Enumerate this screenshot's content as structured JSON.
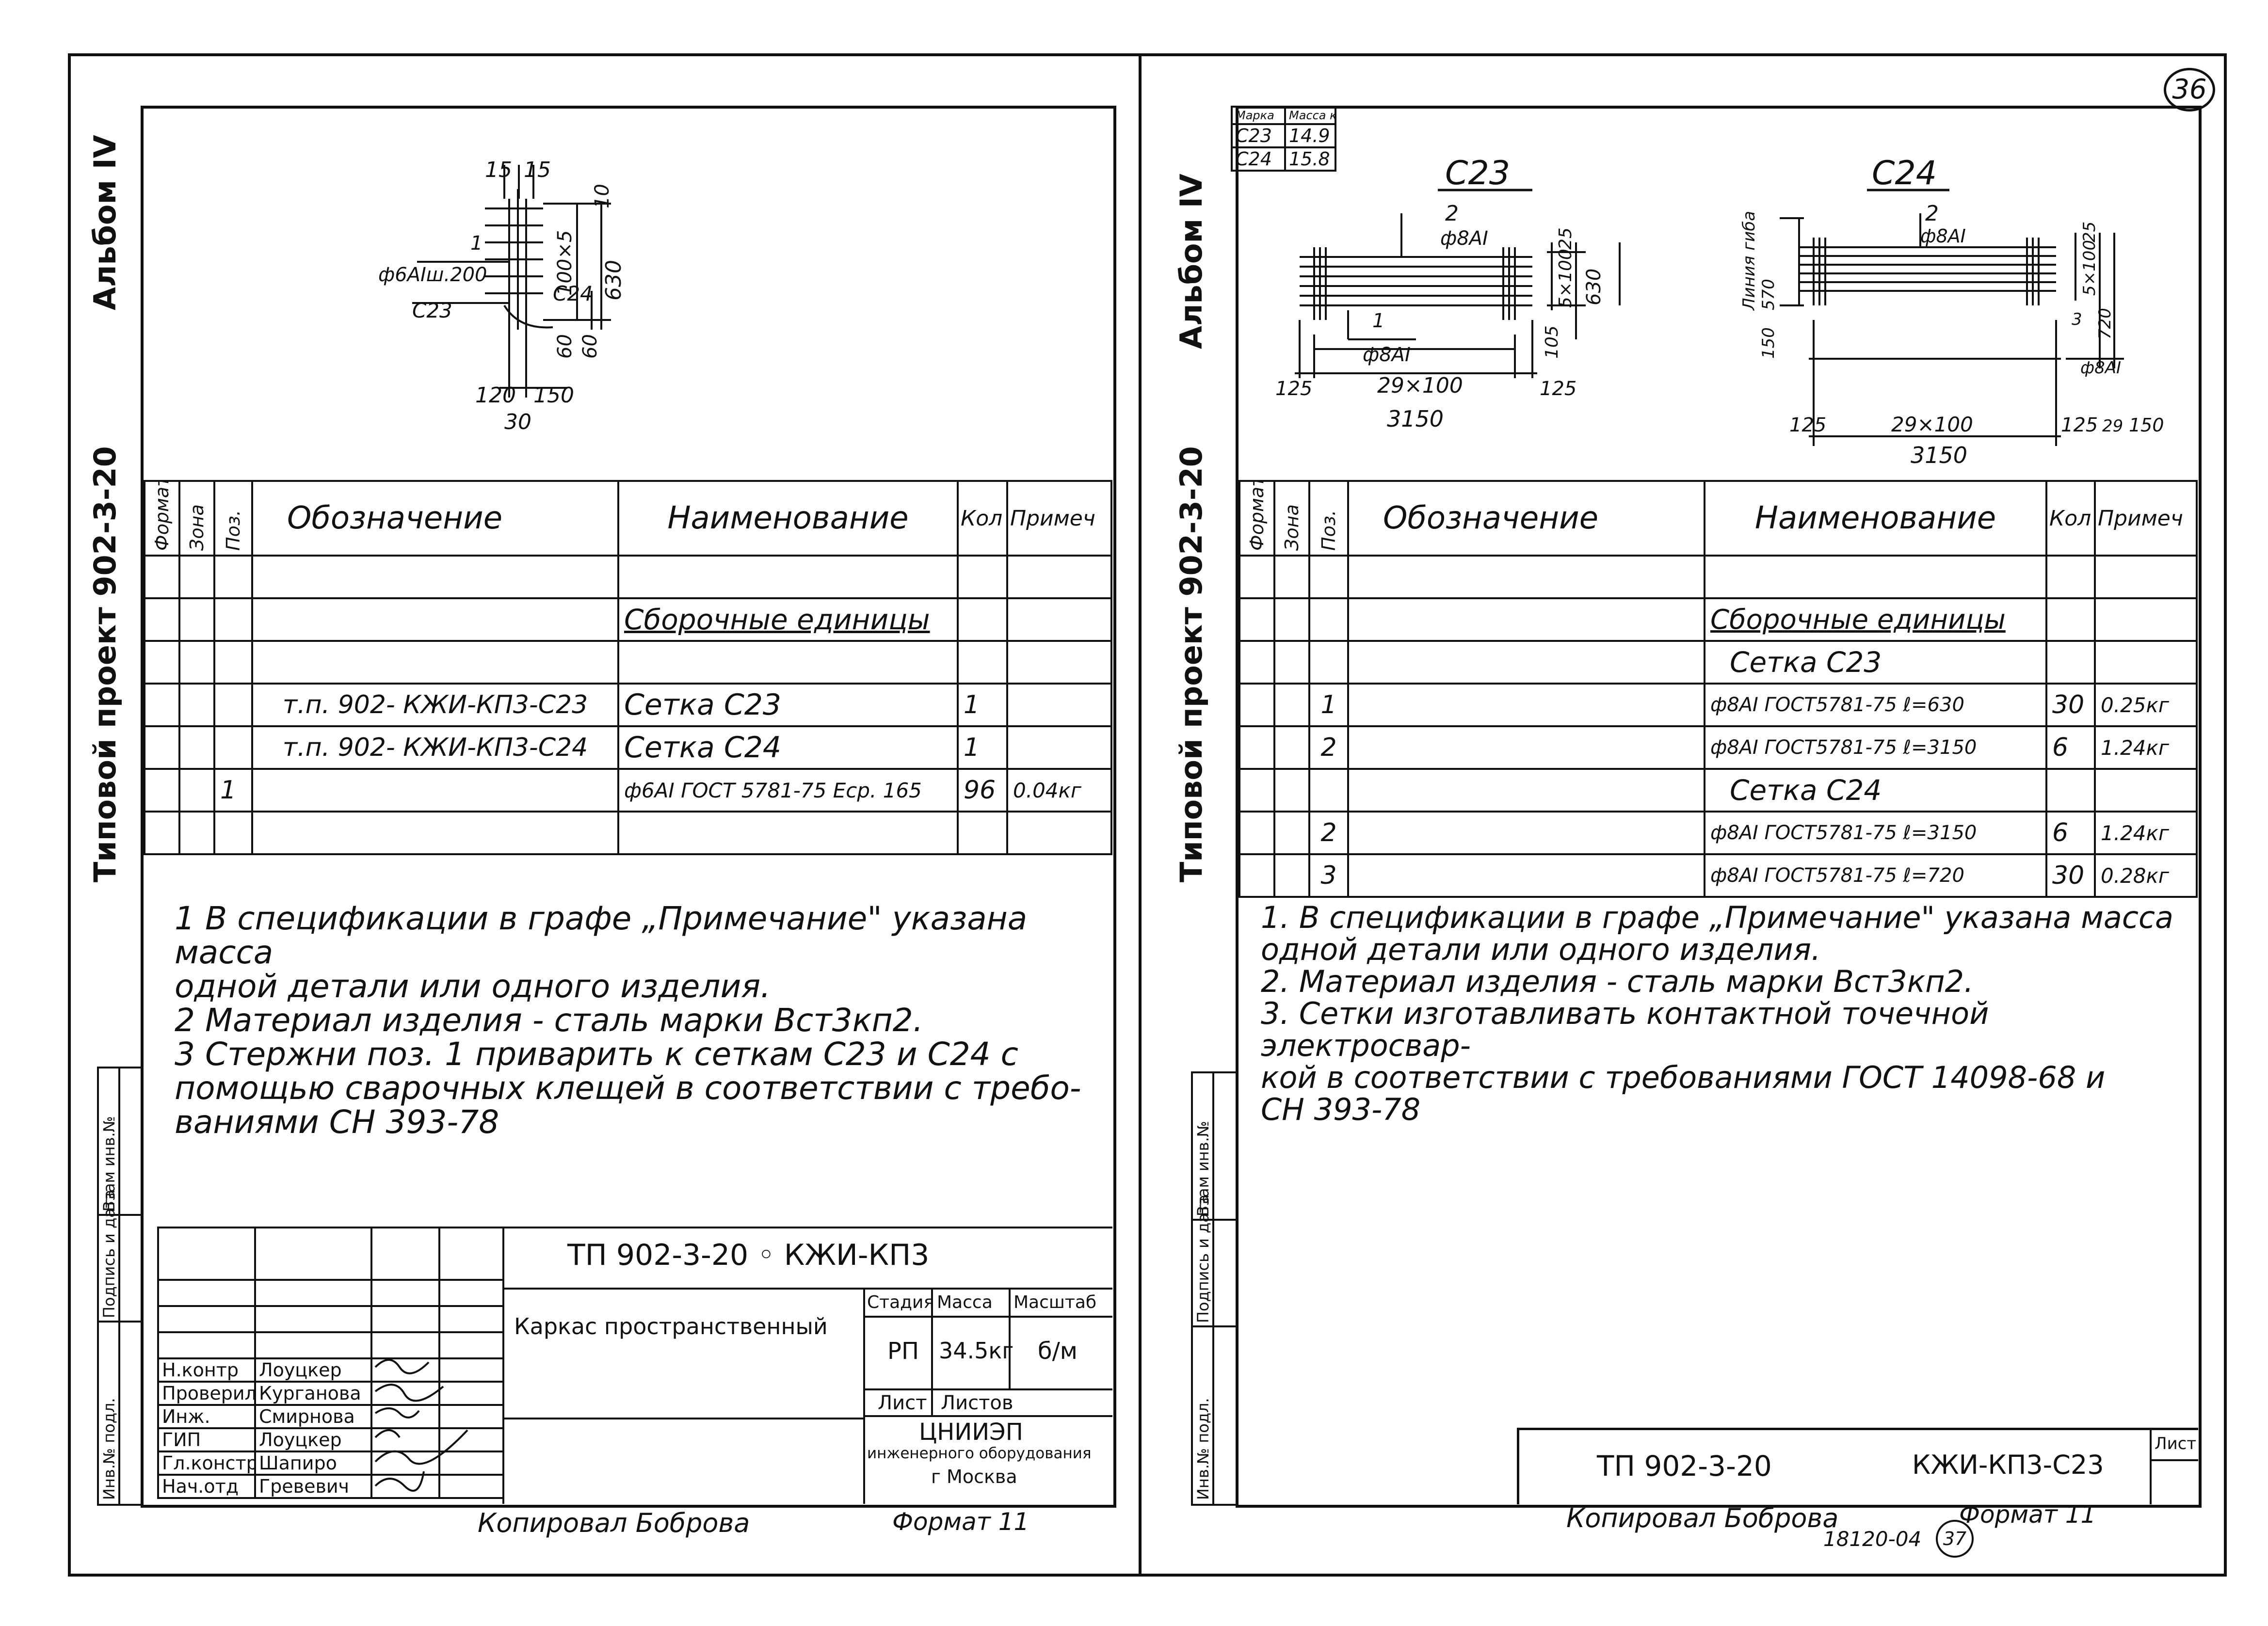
{
  "left": {
    "side_labels": {
      "album": "Альбом IV",
      "project": "Типовой проект 902-3-20"
    },
    "side_stamp": [
      "Инв.№ подл.",
      "Подпись и дата",
      "Взам инв.№"
    ],
    "drawing": {
      "dims_top": [
        "15",
        "15"
      ],
      "dim_10": "10",
      "dim_100x5": "100×5",
      "dim_630": "630",
      "dim_60a": "60",
      "dim_60b": "60",
      "dims_bottom": [
        "120",
        "150"
      ],
      "dim_30": "30",
      "pos1_num": "1",
      "pos1_text": "ф6АIш.200",
      "c23": "С23",
      "c24": "С24"
    },
    "spec": {
      "headers": {
        "format": "Формат",
        "zone": "Зона",
        "pos": "Поз.",
        "designation": "Обозначение",
        "name": "Наименование",
        "qty": "Кол",
        "note": "Примеч"
      },
      "section": "Сборочные единицы",
      "rows": [
        {
          "pos": "",
          "designation": "т.п. 902-   КЖИ-КП3-С23",
          "name": "Сетка      С23",
          "qty": "1",
          "note": ""
        },
        {
          "pos": "",
          "designation": "т.п. 902-   КЖИ-КП3-С24",
          "name": "Сетка      С24",
          "qty": "1",
          "note": ""
        },
        {
          "pos": "1",
          "designation": "",
          "name": "ф6АI ГОСТ 5781-75 Есp. 165",
          "qty": "96",
          "note": "0.04кг"
        }
      ]
    },
    "notes": [
      "1  В спецификации в графе „Примечание\" указана масса",
      "    одной детали или одного изделия.",
      "2  Материал изделия - сталь марки Вст3кп2.",
      "3  Стержни поз. 1 приварить к сеткам С23 и С24 с",
      "    помощью сварочных клещей в соответствии с требо-",
      "    ваниями СН 393-78"
    ],
    "title_block": {
      "doc_code": "ТП 902-3-20   ◦   КЖИ-КП3",
      "title": "Каркас пространственный",
      "stage_label": "Стадия",
      "mass_label": "Масса",
      "scale_label": "Масштаб",
      "stage": "РП",
      "mass": "34.5кг",
      "scale": "б/м",
      "sheet_label": "Лист",
      "sheets_label": "Листов",
      "org_1": "ЦНИИЭП",
      "org_2": "инженерного оборудования",
      "org_3": "г Москва",
      "signers": [
        {
          "role": "Н.контр",
          "name": "Лоуцкер"
        },
        {
          "role": "Проверил",
          "name": "Курганова"
        },
        {
          "role": "Инж.",
          "name": "Смирнова"
        },
        {
          "role": "ГИП",
          "name": "Лоуцкер"
        },
        {
          "role": "Гл.констр",
          "name": "Шапиро"
        },
        {
          "role": "Нач.отд",
          "name": "Гревевич"
        }
      ]
    },
    "footer": {
      "copied": "Копировал  Боброва",
      "format": "Формат 11"
    }
  },
  "right": {
    "sheet_number": "36",
    "side_labels": {
      "album": "Альбом IV",
      "project": "Типовой проект 902-3-20"
    },
    "side_stamp": [
      "Инв.№ подл.",
      "Подпись и дата",
      "Взам инв.№"
    ],
    "mass_table": {
      "h1": "Марка",
      "h2": "Масса кг",
      "rows": [
        [
          "С23",
          "14.9"
        ],
        [
          "С24",
          "15.8"
        ]
      ]
    },
    "c23": {
      "title": "С23",
      "pos2": "2",
      "bar2": "ф8АI",
      "pos1": "1",
      "bar1": "ф8АI",
      "d125a": "125",
      "d29x100": "29×100",
      "d125b": "125",
      "d3150": "3150",
      "d25": "25",
      "d5x100": "5×100",
      "d105": "105",
      "d630": "630"
    },
    "c24": {
      "title": "С24",
      "pos2": "2",
      "bar2": "ф8АI",
      "bend": "Линия гиба",
      "d150": "150",
      "d570": "570",
      "d125": "125",
      "d29x100": "29×100",
      "d125b": "125",
      "d29": "29",
      "d150b": "150",
      "d3150": "3150",
      "d25": "25",
      "d5x100": "5×100",
      "d3": "3",
      "d720": "720",
      "bar3": "ф8АI"
    },
    "spec": {
      "headers": {
        "format": "Формат",
        "zone": "Зона",
        "pos": "Поз.",
        "designation": "Обозначение",
        "name": "Наименование",
        "qty": "Кол",
        "note": "Примеч"
      },
      "section": "Сборочные единицы",
      "rows": [
        {
          "pos": "",
          "name": "Сетка С23",
          "qty": "",
          "note": "",
          "type": "sub"
        },
        {
          "pos": "1",
          "name": "ф8АI ГОСТ5781-75  ℓ=630",
          "qty": "30",
          "note": "0.25кг",
          "type": "item"
        },
        {
          "pos": "2",
          "name": "ф8АI ГОСТ5781-75  ℓ=3150",
          "qty": "6",
          "note": "1.24кг",
          "type": "item"
        },
        {
          "pos": "",
          "name": "Сетка С24",
          "qty": "",
          "note": "",
          "type": "sub"
        },
        {
          "pos": "2",
          "name": "ф8АI ГОСТ5781-75  ℓ=3150",
          "qty": "6",
          "note": "1.24кг",
          "type": "item"
        },
        {
          "pos": "3",
          "name": "ф8АI ГОСТ5781-75  ℓ=720",
          "qty": "30",
          "note": "0.28кг",
          "type": "item"
        }
      ]
    },
    "notes": [
      "1.  В спецификации в графе „Примечание\" указана масса",
      "     одной детали или одного изделия.",
      "2.  Материал изделия - сталь марки Вст3кп2.",
      "3.  Сетки изготавливать контактной точечной электросвар-",
      "     кой в соответствии с требованиями ГОСТ 14098-68 и",
      "     СН 393-78"
    ],
    "title_block": {
      "doc_code": "ТП 902-3-20",
      "doc_mark": "КЖИ-КП3-С23",
      "sheet_label": "Лист"
    },
    "footer": {
      "copied": "Копировал  Боброва",
      "format": "Формат 11",
      "number": "18120-04",
      "circle": "37"
    }
  }
}
